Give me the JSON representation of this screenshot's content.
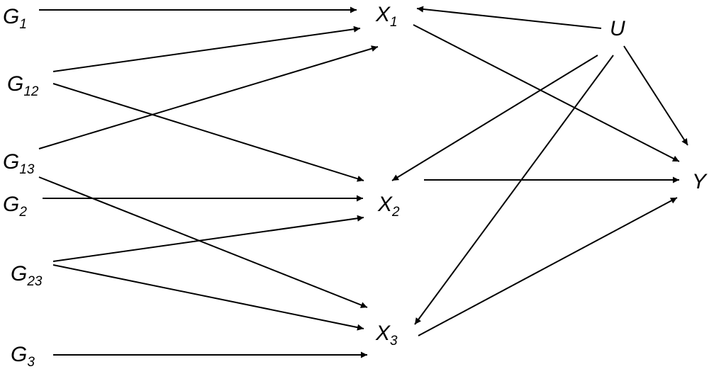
{
  "diagram": {
    "nodes": [
      {
        "id": "G1",
        "base": "G",
        "sub": "1"
      },
      {
        "id": "G12",
        "base": "G",
        "sub": "12"
      },
      {
        "id": "G13",
        "base": "G",
        "sub": "13"
      },
      {
        "id": "G2",
        "base": "G",
        "sub": "2"
      },
      {
        "id": "G23",
        "base": "G",
        "sub": "23"
      },
      {
        "id": "G3",
        "base": "G",
        "sub": "3"
      },
      {
        "id": "X1",
        "base": "X",
        "sub": "1"
      },
      {
        "id": "X2",
        "base": "X",
        "sub": "2"
      },
      {
        "id": "X3",
        "base": "X",
        "sub": "3"
      },
      {
        "id": "U",
        "base": "U",
        "sub": ""
      },
      {
        "id": "Y",
        "base": "Y",
        "sub": ""
      }
    ],
    "edges": [
      {
        "from": "G1",
        "to": "X1"
      },
      {
        "from": "G12",
        "to": "X1"
      },
      {
        "from": "G12",
        "to": "X2"
      },
      {
        "from": "G13",
        "to": "X1"
      },
      {
        "from": "G13",
        "to": "X3"
      },
      {
        "from": "G2",
        "to": "X2"
      },
      {
        "from": "G23",
        "to": "X2"
      },
      {
        "from": "G23",
        "to": "X3"
      },
      {
        "from": "G3",
        "to": "X3"
      },
      {
        "from": "U",
        "to": "X1"
      },
      {
        "from": "U",
        "to": "X2"
      },
      {
        "from": "U",
        "to": "X3"
      },
      {
        "from": "U",
        "to": "Y"
      },
      {
        "from": "X1",
        "to": "Y"
      },
      {
        "from": "X2",
        "to": "Y"
      },
      {
        "from": "X3",
        "to": "Y"
      }
    ]
  }
}
